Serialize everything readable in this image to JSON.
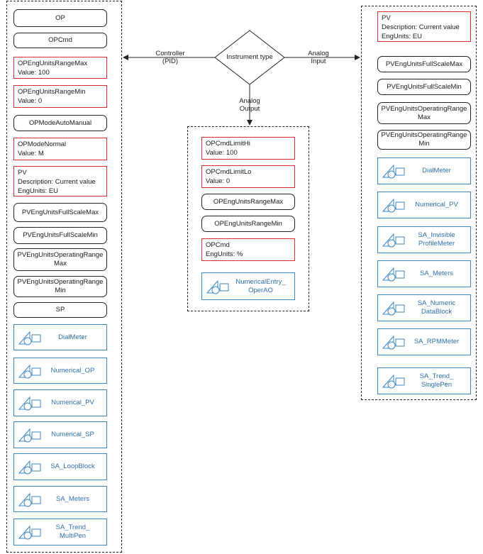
{
  "center": {
    "title": "Instrument type",
    "edge_left": [
      "Controller",
      "(PID)"
    ],
    "edge_right": [
      "Analog",
      "Input"
    ],
    "edge_bottom": [
      "Analog",
      "Output"
    ]
  },
  "left": {
    "items": [
      {
        "type": "pill",
        "lines": [
          "OP"
        ]
      },
      {
        "type": "pill",
        "lines": [
          "OPCmd"
        ]
      },
      {
        "type": "red",
        "lines": [
          "OPEngUnitsRangeMax",
          "Value: 100"
        ]
      },
      {
        "type": "red",
        "lines": [
          "OPEngUnitsRangeMin",
          "Value: 0"
        ]
      },
      {
        "type": "pill",
        "lines": [
          "OPModeAutoManual"
        ]
      },
      {
        "type": "red",
        "lines": [
          "OPModeNormal",
          "Value: M"
        ]
      },
      {
        "type": "red",
        "lines": [
          "PV",
          "Description: Current value",
          "EngUnits: EU"
        ]
      },
      {
        "type": "pill",
        "lines": [
          "PVEngUnitsFullScaleMax"
        ]
      },
      {
        "type": "pill",
        "lines": [
          "PVEngUnitsFullScaleMin"
        ]
      },
      {
        "type": "pill",
        "lines": [
          "PVEngUnitsOperatingRange",
          "Max"
        ]
      },
      {
        "type": "pill",
        "lines": [
          "PVEngUnitsOperatingRange",
          "Min"
        ]
      },
      {
        "type": "pill",
        "lines": [
          "SP"
        ]
      },
      {
        "type": "blue",
        "lines": [
          "DialMeter"
        ]
      },
      {
        "type": "blue",
        "lines": [
          "Numerical_OP"
        ]
      },
      {
        "type": "blue",
        "lines": [
          "Numerical_PV"
        ]
      },
      {
        "type": "blue",
        "lines": [
          "Numerical_SP"
        ]
      },
      {
        "type": "blue",
        "lines": [
          "SA_LoopBlock"
        ]
      },
      {
        "type": "blue",
        "lines": [
          "SA_Meters"
        ]
      },
      {
        "type": "blue",
        "lines": [
          "SA_Trend_",
          "MultiPen"
        ]
      }
    ]
  },
  "middle": {
    "items": [
      {
        "type": "red",
        "lines": [
          "OPCmdLimitHi",
          "Value: 100"
        ]
      },
      {
        "type": "red",
        "lines": [
          "OPCmdLimitLo",
          "Value: 0"
        ]
      },
      {
        "type": "pill",
        "lines": [
          "OPEngUnitsRangeMax"
        ]
      },
      {
        "type": "pill",
        "lines": [
          "OPEngUnitsRangeMin"
        ]
      },
      {
        "type": "red",
        "lines": [
          "OPCmd",
          "EngUnits: %"
        ]
      },
      {
        "type": "blue",
        "lines": [
          "NumericalEntry_",
          "OperAO"
        ]
      }
    ]
  },
  "right": {
    "items": [
      {
        "type": "red",
        "lines": [
          "PV",
          "Description: Current value",
          "EngUnits: EU"
        ]
      },
      {
        "type": "pill",
        "lines": [
          "PVEngUnitsFullScaleMax"
        ]
      },
      {
        "type": "pill",
        "lines": [
          "PVEngUnitsFullScaleMin"
        ]
      },
      {
        "type": "pill",
        "lines": [
          "PVEngUnitsOperatingRange",
          "Max"
        ]
      },
      {
        "type": "pill",
        "lines": [
          "PVEngUnitsOperatingRange",
          "Min"
        ]
      },
      {
        "type": "blue",
        "lines": [
          "DialMeter"
        ]
      },
      {
        "type": "blue",
        "lines": [
          "Numerical_PV"
        ]
      },
      {
        "type": "blue",
        "lines": [
          "SA_Invisible",
          "ProfileMeter"
        ]
      },
      {
        "type": "blue",
        "lines": [
          "SA_Meters"
        ]
      },
      {
        "type": "blue",
        "lines": [
          "SA_Numeric",
          "DataBlock"
        ]
      },
      {
        "type": "blue",
        "lines": [
          "SA_RPMMeter"
        ]
      },
      {
        "type": "blue",
        "lines": [
          "SA_Trend_",
          "SinglePen"
        ]
      }
    ]
  },
  "colors": {
    "required_border": "#d32f2f",
    "widget_border": "#3a87c4",
    "widget_text": "#2f6fa8"
  },
  "icons": {
    "widget": "shape-widget-icon"
  }
}
